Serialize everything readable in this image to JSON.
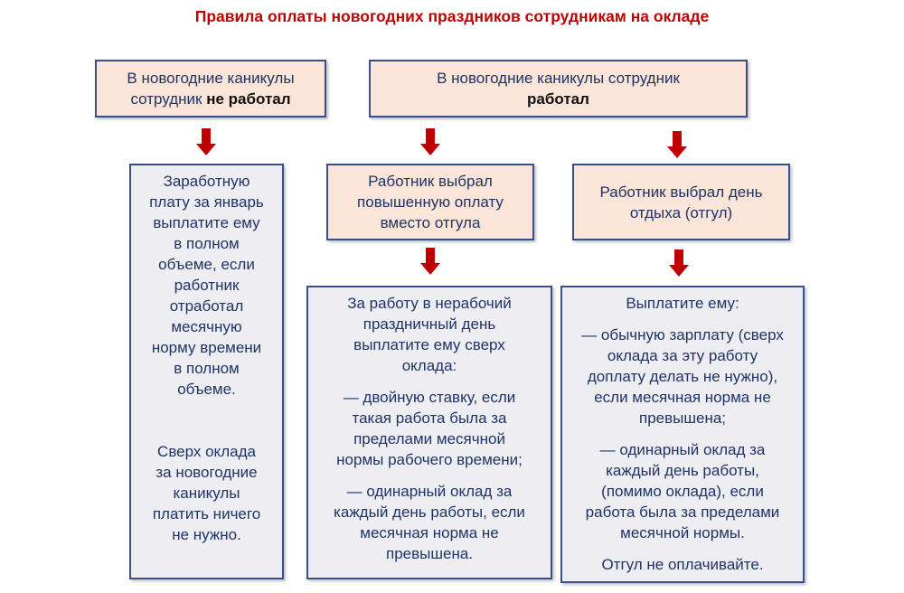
{
  "title": "Правила оплаты новогодних праздников сотрудникам на окладе",
  "not_worked": {
    "line1": "В новогодние каникулы",
    "line2_prefix": "сотрудник ",
    "line2_bold": "не работал"
  },
  "worked": {
    "line1": "В новогодние каникулы сотрудник",
    "line2_bold": "работал"
  },
  "not_worked_result": {
    "p1": "Заработную\nплату за январь\nвыплатите ему\nв полном\nобъеме, если\nработник\nотработал\nмесячную\nнорму времени\nв полном\nобъеме.",
    "p2": "Сверх оклада\nза новогодние\nканикулы\nплатить ничего\nне нужно."
  },
  "choice_pay": "Работник выбрал\nповышенную оплату\nвместо отгула",
  "choice_rest": "Работник выбрал день\nотдыха (отгул)",
  "pay_result": {
    "p1": "За работу в нерабочий\nпраздничный день\nвыплатите ему сверх\nоклада:",
    "p2": "— двойную ставку, если\nтакая работа была за\nпределами месячной\nнормы рабочего времени;",
    "p3": "— одинарный оклад за\nкаждый день работы, если\nмесячная норма не\nпревышена."
  },
  "rest_result": {
    "p1": "Выплатите ему:",
    "p2": "— обычную зарплату (сверх\nоклада за эту работу\nдоплату делать не нужно),\nесли месячная норма не\nпревышена;",
    "p3": "— одинарный оклад за\nкаждый день работы,\n(помимо оклада), если\nработа была за пределами\nмесячной нормы.",
    "p4": "Отгул не оплачивайте."
  },
  "colors": {
    "title": "#c00000",
    "arrow": "#c00000",
    "peach": "#fbe4d8",
    "gray": "#eeeef2",
    "border": "#3b4e86"
  }
}
